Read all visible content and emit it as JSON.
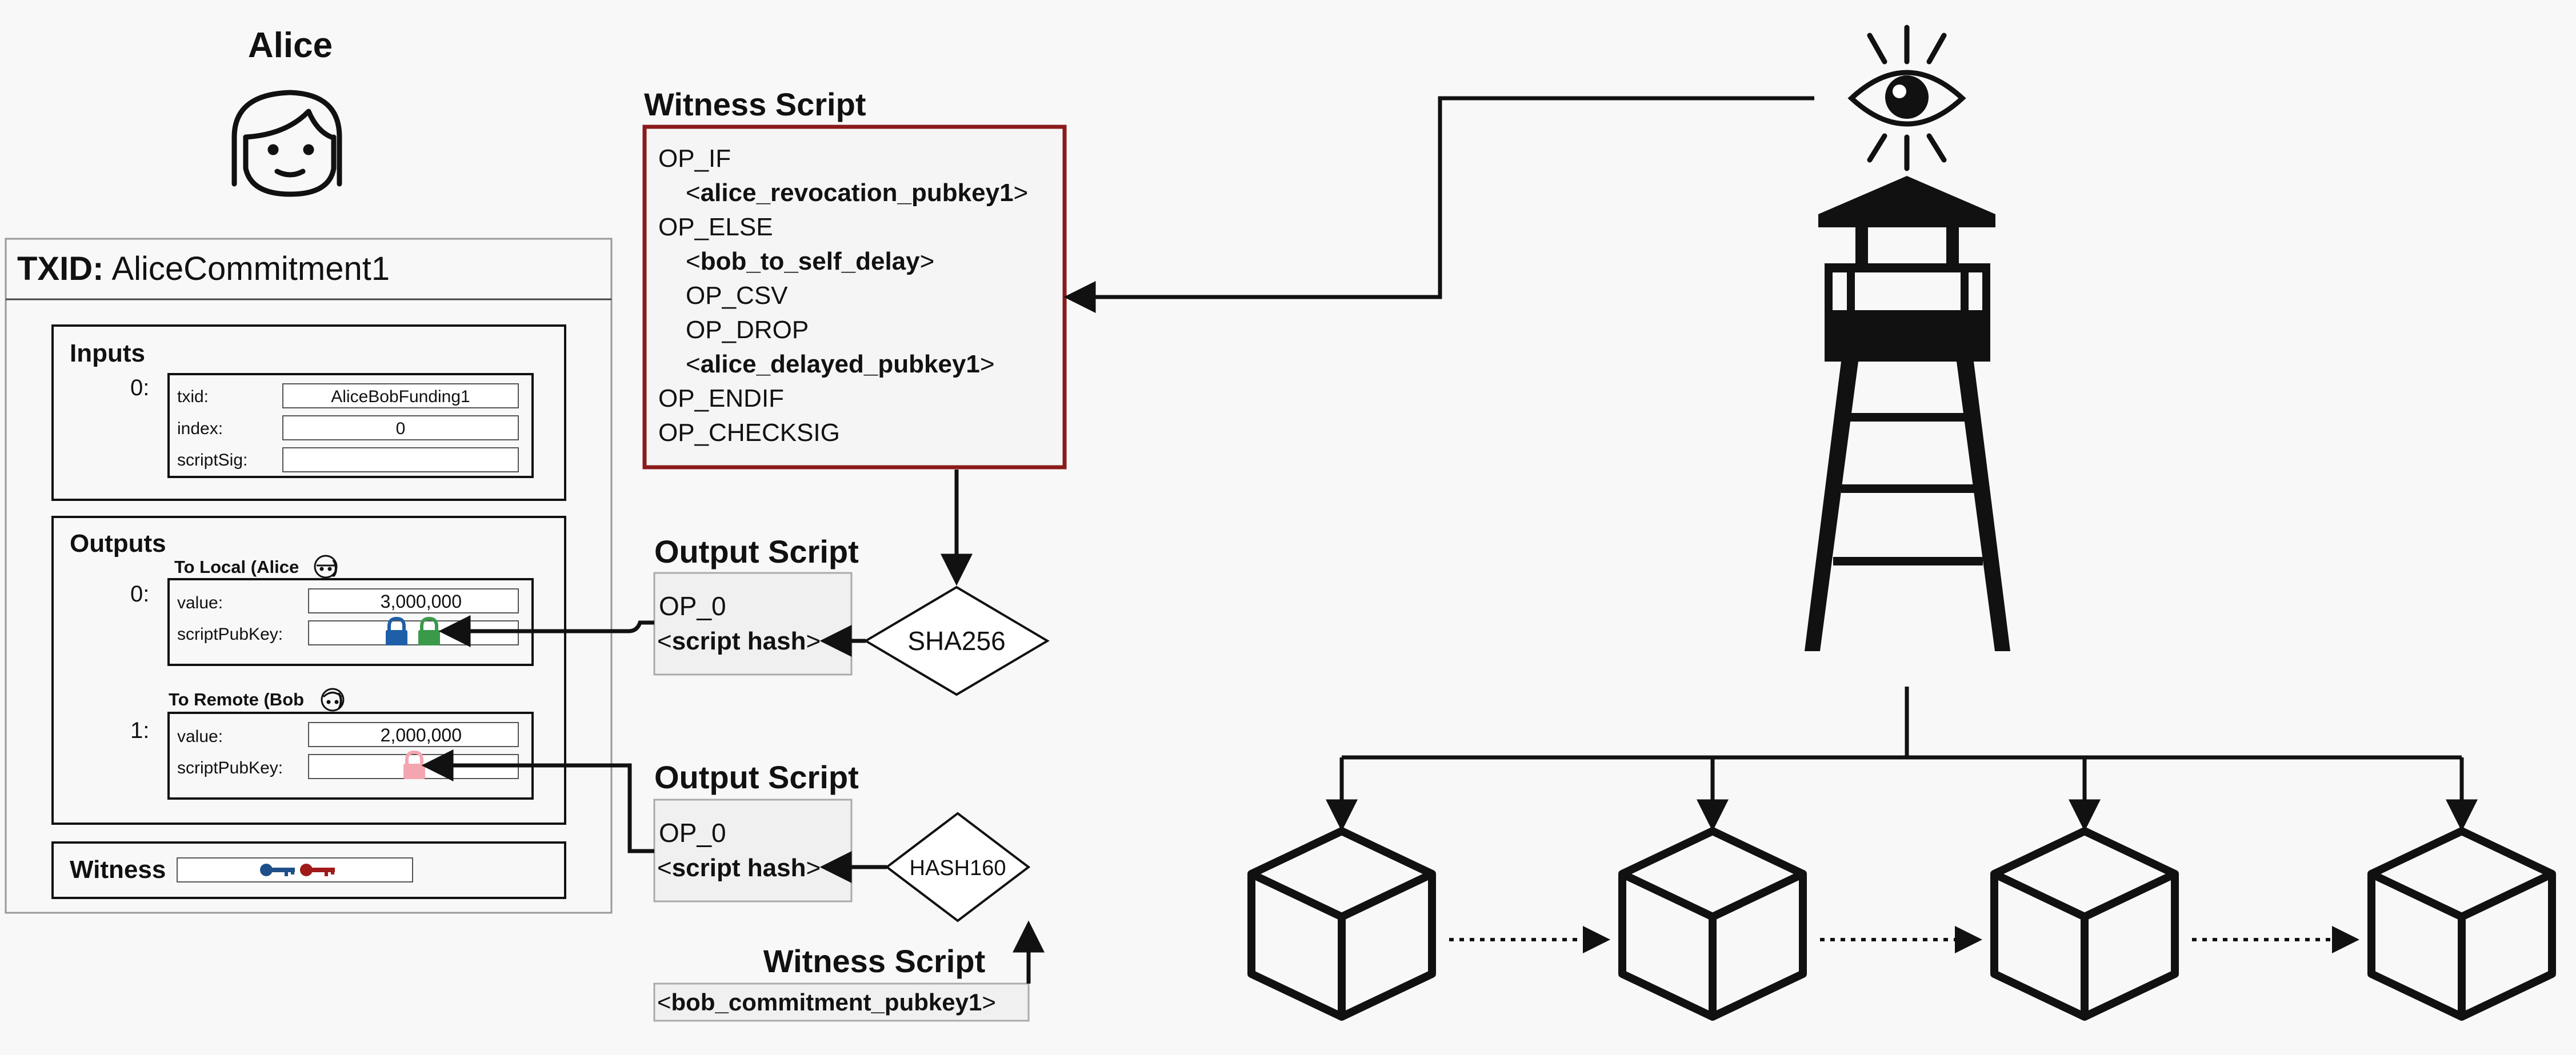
{
  "alice": {
    "title": "Alice"
  },
  "tx": {
    "txid_label": "TXID:",
    "txid_value": "AliceCommitment1",
    "inputs": {
      "title": "Inputs",
      "index": "0:",
      "fields": [
        {
          "label": "txid:",
          "value": "AliceBobFunding1"
        },
        {
          "label": "index:",
          "value": "0"
        },
        {
          "label": "scriptSig:",
          "value": ""
        }
      ]
    },
    "outputs": {
      "title": "Outputs",
      "items": [
        {
          "heading": "To Local (Alice",
          "heading_close": ")",
          "index": "0:",
          "value_label": "value:",
          "value": "3,000,000",
          "spk_label": "scriptPubKey:"
        },
        {
          "heading": "To Remote (Bob",
          "heading_close": ")",
          "index": "1:",
          "value_label": "value:",
          "value": "2,000,000",
          "spk_label": "scriptPubKey:"
        }
      ]
    },
    "witness": {
      "title": "Witness"
    }
  },
  "witness_script_main": {
    "title": "Witness Script",
    "lines": [
      {
        "indent": false,
        "pre": "OP_IF",
        "bold": "",
        "post": ""
      },
      {
        "indent": true,
        "pre": "<",
        "bold": "alice_revocation_pubkey1",
        "post": ">"
      },
      {
        "indent": false,
        "pre": "OP_ELSE",
        "bold": "",
        "post": ""
      },
      {
        "indent": true,
        "pre": "<",
        "bold": "bob_to_self_delay",
        "post": ">"
      },
      {
        "indent": true,
        "pre": "OP_CSV",
        "bold": "",
        "post": ""
      },
      {
        "indent": true,
        "pre": "OP_DROP",
        "bold": "",
        "post": ""
      },
      {
        "indent": true,
        "pre": "<",
        "bold": "alice_delayed_pubkey1",
        "post": ">"
      },
      {
        "indent": false,
        "pre": "OP_ENDIF",
        "bold": "",
        "post": ""
      },
      {
        "indent": false,
        "pre": "OP_CHECKSIG",
        "bold": "",
        "post": ""
      }
    ]
  },
  "output_script_1": {
    "title": "Output Script",
    "line1": "OP_0",
    "line2_pre": "<",
    "line2_bold": "script hash",
    "line2_post": ">"
  },
  "output_script_2": {
    "title": "Output Script",
    "line1": "OP_0",
    "line2_pre": "<",
    "line2_bold": "script hash",
    "line2_post": ">"
  },
  "hash1": {
    "label": "SHA256"
  },
  "hash2": {
    "label": "HASH160"
  },
  "witness_script_bob": {
    "title": "Witness Script",
    "pre": "<",
    "bold": "bob_commitment_pubkey1",
    "post": ">"
  },
  "colors": {
    "script_border": "#8b1a1a",
    "lock_blue": "#1f5fa8",
    "lock_green": "#3a9a4a",
    "lock_pink": "#f4a6b0",
    "key_blue": "#1f4f8a",
    "key_red": "#a11a1a"
  },
  "icons": [
    "alice-avatar-icon",
    "eye-icon",
    "watchtower-icon",
    "block-cube-icon",
    "lock-icon",
    "key-icon"
  ]
}
